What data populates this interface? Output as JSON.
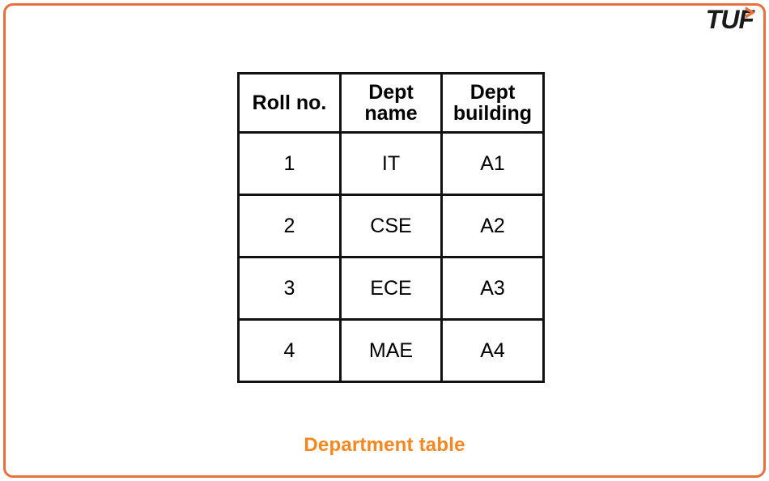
{
  "branding": {
    "logo_text": "TUF",
    "logo_chevron_icon": "chevron-right-icon",
    "logo_text_color": "#1a1a1a",
    "accent_color": "#e8703a"
  },
  "frame": {
    "border_color": "#e8703a"
  },
  "table": {
    "headers": [
      "Roll no.",
      "Dept name",
      "Dept building"
    ],
    "rows": [
      {
        "roll_no": "1",
        "dept_name": "IT",
        "dept_building": "A1"
      },
      {
        "roll_no": "2",
        "dept_name": "CSE",
        "dept_building": "A2"
      },
      {
        "roll_no": "3",
        "dept_name": "ECE",
        "dept_building": "A3"
      },
      {
        "roll_no": "4",
        "dept_name": "MAE",
        "dept_building": "A4"
      }
    ],
    "border_color": "#111111"
  },
  "caption": {
    "text": "Department table",
    "color": "#f7861e"
  }
}
